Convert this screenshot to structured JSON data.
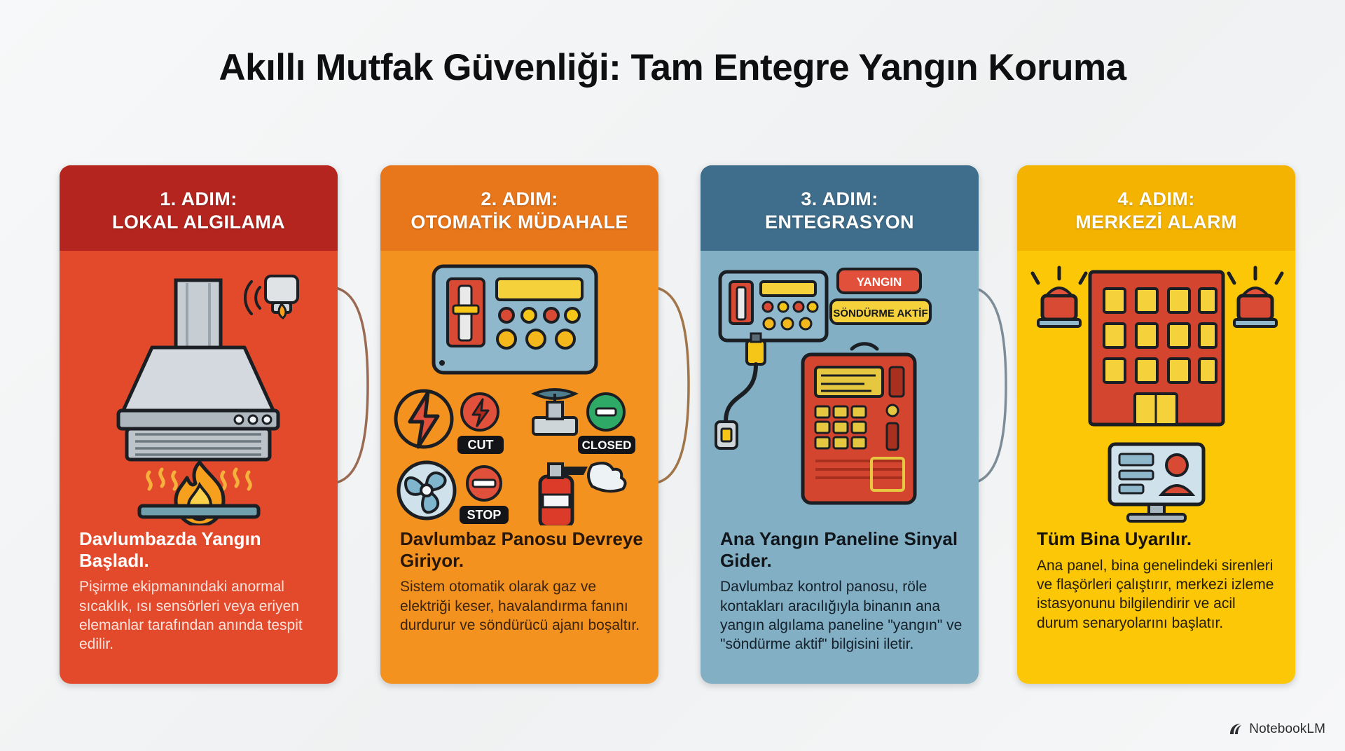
{
  "title": "Akıllı Mutfak Güvenliği: Tam Entegre Yangın Koruma",
  "colors": {
    "background": "#f4f5f6",
    "card1_body": "#e24a2b",
    "card1_head": "#b5251f",
    "card2_body": "#f3921f",
    "card2_head": "#e8761b",
    "card3_body": "#82afc4",
    "card3_head": "#3f6e8c",
    "card4_body": "#fbc707",
    "card4_head": "#f5b301",
    "connector": "#8a8f95"
  },
  "cards": [
    {
      "step": "1. ADIM:",
      "name": "LOKAL ALGILAMA",
      "heading": "Davlumbazda Yangın Başladı.",
      "body": "Pişirme ekipmanındaki anormal sıcaklık, ısı sensörleri veya eriyen elemanlar tarafından anında tespit edilir.",
      "icons": [
        "range-hood-icon",
        "smoke-detector-icon",
        "flame-icon",
        "heat-waves-icon"
      ]
    },
    {
      "step": "2. ADIM:",
      "name": "OTOMATİK MÜDAHALE",
      "heading": "Davlumbaz Panosu Devreye Giriyor.",
      "body": "Sistem otomatik olarak gaz ve elektriği keser, havalandırma fanını durdurur ve söndürücü ajanı boşaltır.",
      "icons": [
        "control-panel-icon",
        "lightning-bolt-icon",
        "electric-cut-icon",
        "gas-valve-icon",
        "fan-icon",
        "fire-extinguisher-icon"
      ],
      "badges": [
        "CUT",
        "CLOSED",
        "STOP"
      ]
    },
    {
      "step": "3. ADIM:",
      "name": "ENTEGRASYON",
      "heading": "Ana Yangın Paneline Sinyal Gider.",
      "body": "Davlumbaz kontrol panosu, röle kontakları aracılığıyla binanın ana yangın algılama paneline \"yangın\" ve \"söndürme aktif\" bilgisini iletir.",
      "icons": [
        "control-panel-icon",
        "cable-connector-icon",
        "fire-alarm-panel-icon",
        "wifi-signal-icon"
      ],
      "badges": [
        "YANGIN",
        "SÖNDÜRME AKTİF"
      ]
    },
    {
      "step": "4. ADIM:",
      "name": "MERKEZİ ALARM",
      "heading": "Tüm Bina Uyarılır.",
      "body": "Ana panel, bina genelindeki sirenleri ve flaşörleri çalıştırır, merkezi izleme istasyonunu bilgilendirir ve acil durum senaryolarını başlatır.",
      "icons": [
        "building-icon",
        "siren-icon",
        "monitoring-station-icon"
      ]
    }
  ],
  "watermark": {
    "label": "NotebookLM",
    "icon": "notebooklm-logo-icon"
  }
}
